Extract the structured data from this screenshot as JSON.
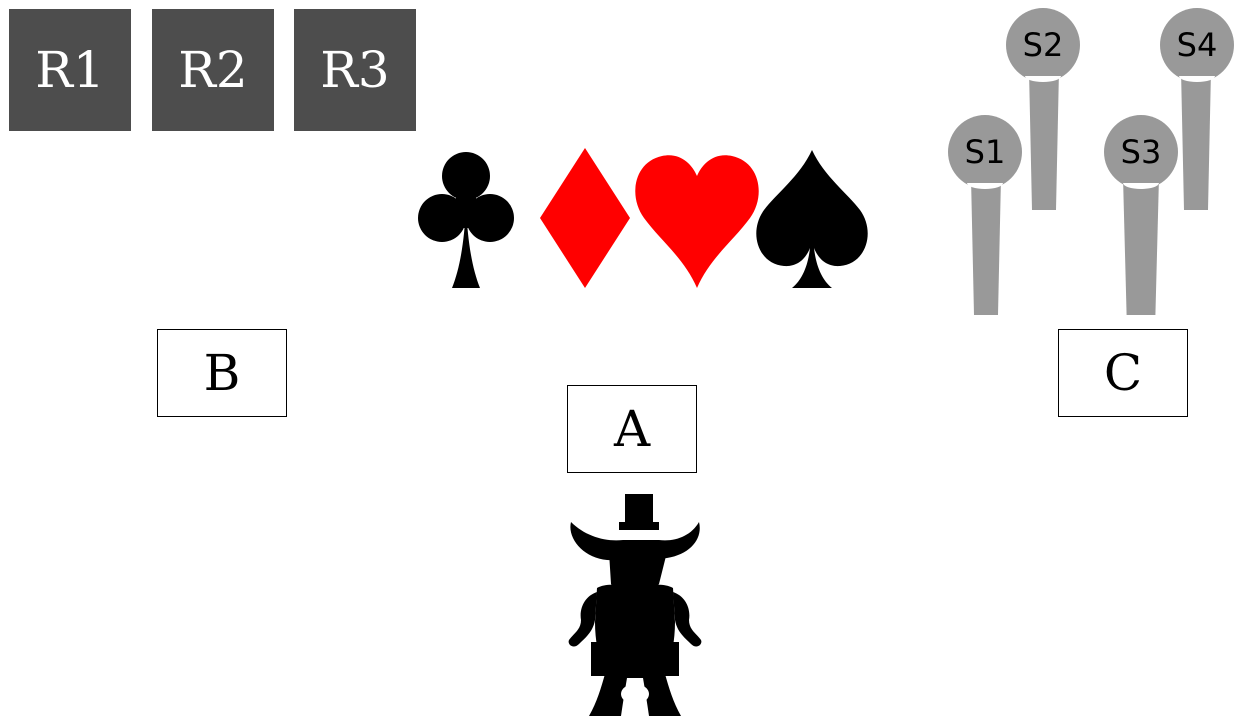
{
  "round_buttons": [
    "R1",
    "R2",
    "R3"
  ],
  "zones": {
    "a": "A",
    "b": "B",
    "c": "C"
  },
  "suits": [
    {
      "name": "clubs-icon",
      "color": "#000000"
    },
    {
      "name": "diamonds-icon",
      "color": "#ff0000"
    },
    {
      "name": "hearts-icon",
      "color": "#ff0000"
    },
    {
      "name": "spades-icon",
      "color": "#000000"
    }
  ],
  "pins": [
    "S1",
    "S2",
    "S3",
    "S4"
  ],
  "colors": {
    "button_bg": "#4d4d4d",
    "pin": "#999999",
    "red_suit": "#ff0000",
    "black_suit": "#000000"
  },
  "figure": "cowboy-silhouette-icon"
}
